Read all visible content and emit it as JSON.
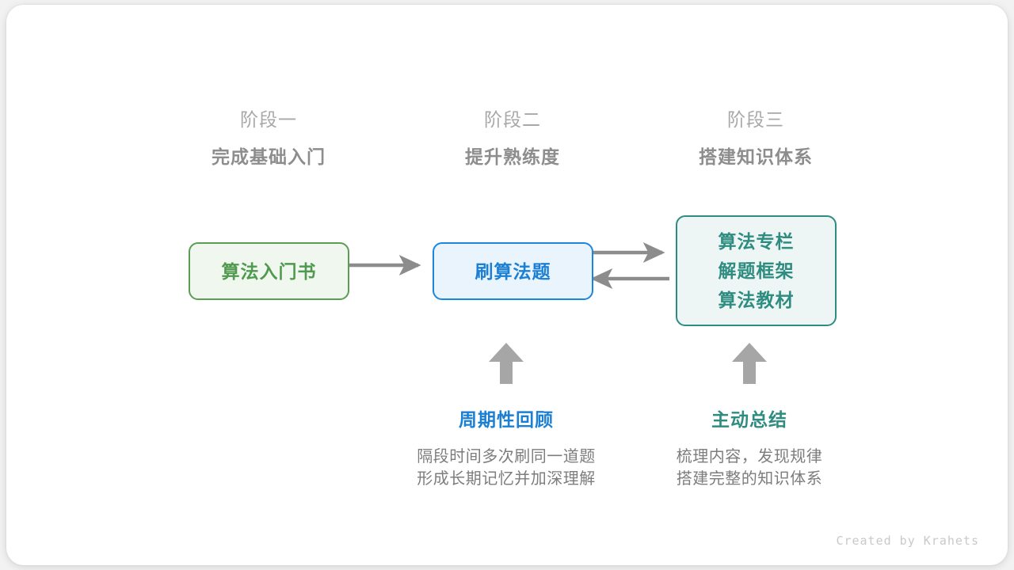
{
  "diagram": {
    "stages": [
      {
        "index_label": "阶段一",
        "title": "完成基础入门"
      },
      {
        "index_label": "阶段二",
        "title": "提升熟练度"
      },
      {
        "index_label": "阶段三",
        "title": "搭建知识体系"
      }
    ],
    "nodes": [
      {
        "id": "book",
        "lines": [
          "算法入门书"
        ],
        "border_color": "#5c9c55",
        "fill_color": "#eff7ef",
        "text_color": "#4f9a4f"
      },
      {
        "id": "practice",
        "lines": [
          "刷算法题"
        ],
        "border_color": "#1b86e0",
        "fill_color": "#eaf4fd",
        "text_color": "#1b7fd4"
      },
      {
        "id": "system",
        "lines": [
          "算法专栏",
          "解题框架",
          "算法教材"
        ],
        "border_color": "#2f8c80",
        "fill_color": "#edf6f4",
        "text_color": "#2f8c80"
      }
    ],
    "connectors": [
      {
        "name": "book-to-practice",
        "direction": "right"
      },
      {
        "name": "practice-to-system",
        "direction": "right"
      },
      {
        "name": "system-to-practice",
        "direction": "left"
      },
      {
        "name": "review-up",
        "direction": "up"
      },
      {
        "name": "summary-up",
        "direction": "up"
      }
    ],
    "annotations": [
      {
        "id": "review",
        "title": "周期性回顾",
        "color": "#1b7fd4",
        "desc_lines": [
          "隔段时间多次刷同一道题",
          "形成长期记忆并加深理解"
        ]
      },
      {
        "id": "summary",
        "title": "主动总结",
        "color": "#2f8c80",
        "desc_lines": [
          "梳理内容，发现规律",
          "搭建完整的知识体系"
        ]
      }
    ],
    "arrow_color": "#8c8c8c",
    "footer": "Created by Krahets"
  }
}
